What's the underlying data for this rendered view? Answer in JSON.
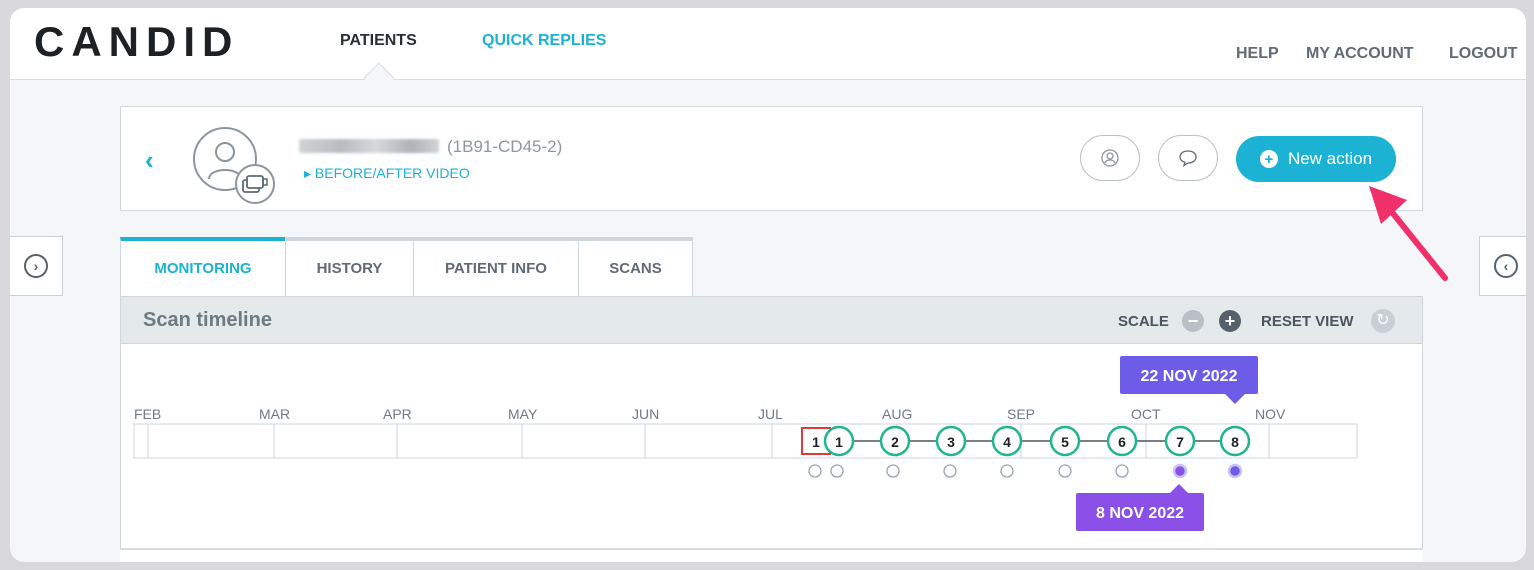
{
  "app": {
    "logo": "CANDID"
  },
  "nav": {
    "patients": "PATIENTS",
    "quick_replies": "QUICK REPLIES"
  },
  "topright": {
    "help": "HELP",
    "account": "MY ACCOUNT",
    "logout": "LOGOUT"
  },
  "patient": {
    "id": "(1B91-CD45-2)",
    "video_link": "BEFORE/AFTER VIDEO"
  },
  "actions": {
    "new_action": "New action"
  },
  "colors": {
    "accent": "#1bb2d3",
    "scan_green": "#1fb58f",
    "marker_blue": "#6c5ce7",
    "marker_purple": "#8a4fe6",
    "arrow_pink": "#f0306a"
  },
  "tabs": [
    {
      "label": "MONITORING",
      "active": true
    },
    {
      "label": "HISTORY",
      "active": false
    },
    {
      "label": "PATIENT INFO",
      "active": false
    },
    {
      "label": "SCANS",
      "active": false
    }
  ],
  "timeline": {
    "title": "Scan timeline",
    "scale_label": "SCALE",
    "reset_label": "RESET VIEW",
    "months": [
      "FEB",
      "MAR",
      "APR",
      "MAY",
      "JUN",
      "JUL",
      "AUG",
      "SEP",
      "OCT",
      "NOV"
    ],
    "scans": [
      {
        "label": "1",
        "kind": "initial"
      },
      {
        "label": "1",
        "kind": "scan"
      },
      {
        "label": "2",
        "kind": "scan"
      },
      {
        "label": "3",
        "kind": "scan"
      },
      {
        "label": "4",
        "kind": "scan"
      },
      {
        "label": "5",
        "kind": "scan"
      },
      {
        "label": "6",
        "kind": "scan"
      },
      {
        "label": "7",
        "kind": "scan"
      },
      {
        "label": "8",
        "kind": "scan"
      }
    ],
    "dots": [
      {
        "state": "empty"
      },
      {
        "state": "empty"
      },
      {
        "state": "empty"
      },
      {
        "state": "empty"
      },
      {
        "state": "empty"
      },
      {
        "state": "empty"
      },
      {
        "state": "empty"
      },
      {
        "state": "purple"
      },
      {
        "state": "blue"
      }
    ],
    "tooltip_top": "22 NOV 2022",
    "tooltip_bottom": "8 NOV 2022"
  },
  "icons": [
    "back-chevron-icon",
    "avatar-icon",
    "aligner-case-icon",
    "user-circle-icon",
    "chat-bubble-icon",
    "plus-icon",
    "chevron-right-icon",
    "chevron-left-icon",
    "minus-icon",
    "refresh-icon",
    "pointer-arrow-icon"
  ]
}
